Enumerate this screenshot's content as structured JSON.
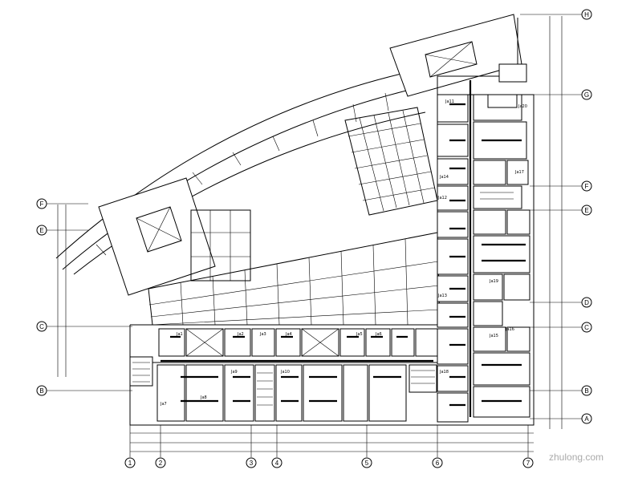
{
  "axes_numbered": [
    "1",
    "2",
    "3",
    "4",
    "5",
    "6",
    "7"
  ],
  "axes_lettered_right": [
    "H",
    "G",
    "F",
    "E",
    "D",
    "C",
    "B",
    "A"
  ],
  "axes_lettered_left": [
    "F",
    "E",
    "C",
    "B"
  ],
  "room_tags": [
    "Ja1",
    "Ja2",
    "Ja3",
    "Ja4",
    "Ja5",
    "Ja6",
    "Ja7",
    "Ja8",
    "Ja9",
    "Ja10",
    "Ja11",
    "Ja12",
    "Ja13",
    "Ja14",
    "Ja15",
    "Ja16",
    "Ja17",
    "Ja18",
    "Ja19",
    "Ja20"
  ],
  "watermark": "zhulong.com",
  "colors": {
    "line": "#000000",
    "watermark": "#aaaaaa"
  }
}
